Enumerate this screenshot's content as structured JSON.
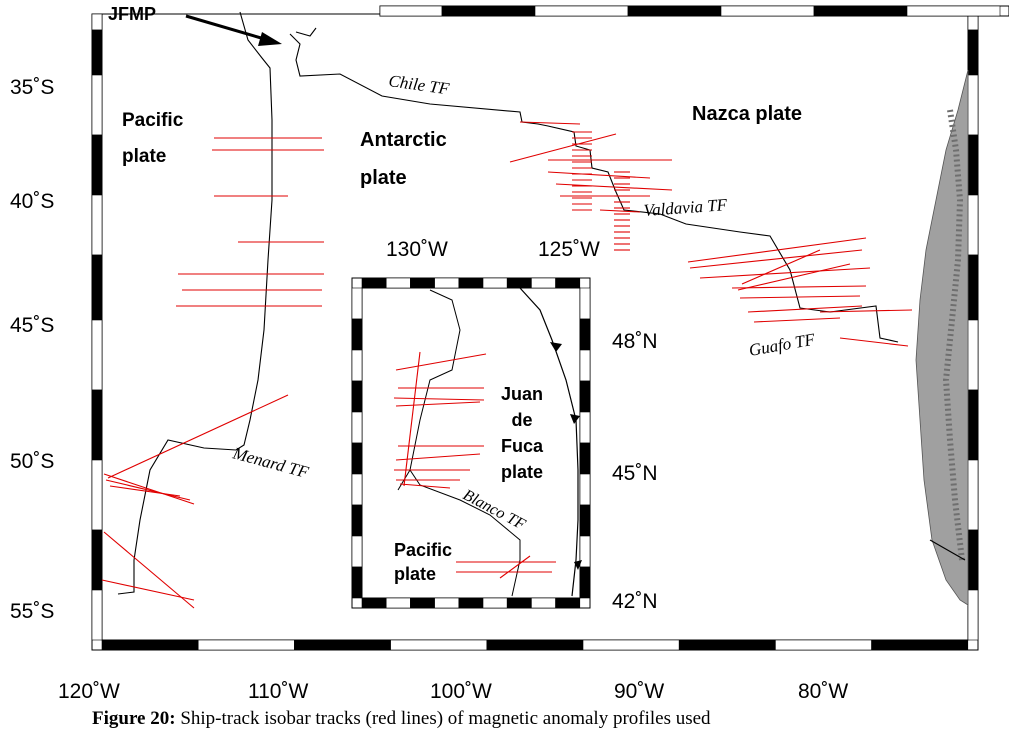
{
  "map": {
    "lat_labels": [
      "35˚S",
      "40˚S",
      "45˚S",
      "50˚S",
      "55˚S"
    ],
    "lon_labels": [
      "120˚W",
      "110˚W",
      "100˚W",
      "90˚W",
      "80˚W"
    ],
    "plates": {
      "pacific": [
        "Pacific",
        "plate"
      ],
      "antarctic": [
        "Antarctic",
        "plate"
      ],
      "nazca": "Nazca plate"
    },
    "transforms": {
      "chile": "Chile TF",
      "valdavia": "Valdavia TF",
      "guafo": "Guafo TF",
      "menard": "Menard TF"
    },
    "callout": "JFMP",
    "colors": {
      "profile_lines": "#e00000",
      "ridges": "#000000",
      "land": "#8a8a8a"
    }
  },
  "inset": {
    "lon_labels": [
      "130˚W",
      "125˚W"
    ],
    "lat_labels": [
      "48˚N",
      "45˚N",
      "42˚N"
    ],
    "plates": {
      "juan_de_fuca": [
        "Juan",
        "de",
        "Fuca",
        "plate"
      ],
      "pacific": [
        "Pacific",
        "plate"
      ]
    },
    "transforms": {
      "blanco": "Blanco TF"
    }
  },
  "caption": {
    "label": "Figure 20:",
    "text": "Ship-track isobar tracks (red lines) of magnetic anomaly profiles used"
  }
}
